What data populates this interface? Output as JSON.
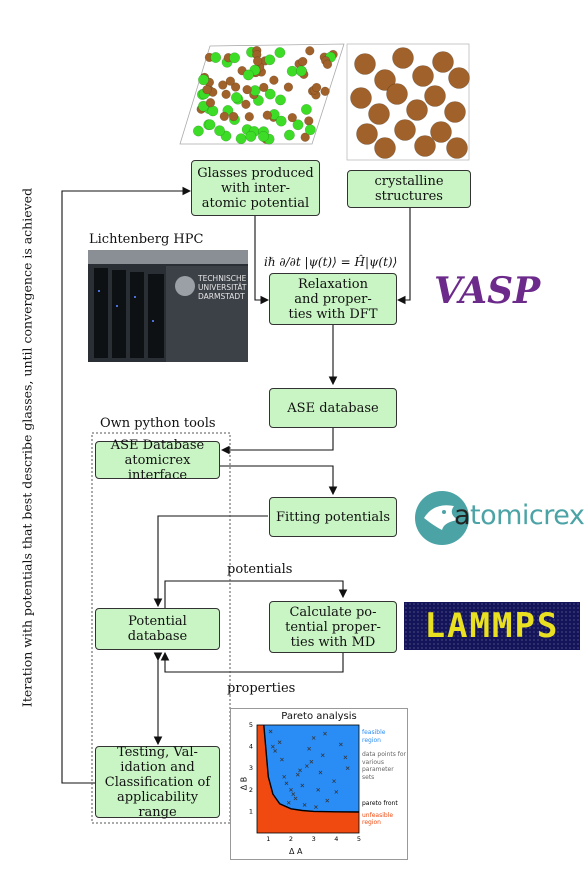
{
  "boxes": {
    "glasses": "Glasses produced\nwith inter-\natomic potential",
    "crystalline": "crystalline\nstructures",
    "relaxation": "Relaxation\nand proper-\nties with DFT",
    "ase_db": "ASE database",
    "ase_atomicrex": "ASE Database\natomicrex interface",
    "fitting": "Fitting potentials",
    "potential_db": "Potential database",
    "calculate": "Calculate po-\ntential proper-\nties with MD",
    "testing": "Testing, Val-\nidation and\nClassification of\napplicability range"
  },
  "labels": {
    "lichtenberg": "Lichtenberg HPC",
    "equation": "iℏ ∂/∂t |ψ(t)⟩ = Ĥ|ψ(t)⟩",
    "own_tools": "Own python tools",
    "potentials": "potentials",
    "properties": "properties",
    "iteration": "Iteration with potentials that best describe glasses, until convergence is achieved"
  },
  "photo_text": {
    "line1": "TECHNISCHE",
    "line2": "UNIVERSITÄT",
    "line3": "DARMSTADT"
  },
  "logos": {
    "vasp": "VASP",
    "atomicrex_a": "a",
    "atomicrex_rest": "tomicrex",
    "lammps": "LAMMPS"
  },
  "colors": {
    "box_fill": "#c9f5c4",
    "green_atom": "#3ddc27",
    "brown_atom": "#a0622a",
    "feasible": "#2a8cf5",
    "unfeasible": "#f04a10",
    "atomicrex_teal": "#4ba3a6",
    "lammps_yellow": "#e8e020"
  },
  "chart_data": {
    "type": "scatter",
    "title": "Pareto analysis",
    "xlabel": "Δ A",
    "ylabel": "Δ B",
    "xlim": [
      0.5,
      5
    ],
    "ylim": [
      0,
      5
    ],
    "xticks": [
      "1",
      "2",
      "3",
      "4",
      "5"
    ],
    "yticks": [
      "1",
      "2",
      "3",
      "4",
      "5"
    ],
    "legend": [
      "feasible region",
      "data points for various parameter sets",
      "pareto front",
      "unfeasible region"
    ],
    "series": [
      {
        "name": "data points for various parameter sets",
        "x": [
          1.1,
          1.3,
          1.6,
          1.8,
          2.0,
          2.1,
          2.2,
          2.3,
          2.5,
          1.9,
          2.7,
          3.0,
          3.2,
          3.4,
          3.6,
          3.9,
          4.2,
          4.5,
          1.5,
          2.4,
          2.8,
          3.1,
          3.5,
          4.0,
          4.4,
          1.7,
          2.6,
          3.3,
          1.2,
          2.9
        ],
        "y": [
          4.7,
          3.8,
          3.4,
          2.3,
          2.0,
          1.8,
          1.6,
          2.7,
          2.2,
          1.4,
          3.1,
          4.4,
          2.0,
          3.6,
          1.5,
          2.4,
          4.1,
          3.0,
          4.2,
          2.9,
          3.9,
          1.2,
          4.6,
          1.9,
          3.5,
          2.6,
          1.3,
          2.8,
          4.0,
          3.3
        ]
      },
      {
        "name": "pareto front",
        "x": [
          0.8,
          1.0,
          1.2,
          1.5,
          2.0,
          2.5,
          3.0,
          4.0,
          5.0
        ],
        "y": [
          5.0,
          2.6,
          1.8,
          1.35,
          1.12,
          1.04,
          1.0,
          0.98,
          0.97
        ]
      }
    ]
  }
}
